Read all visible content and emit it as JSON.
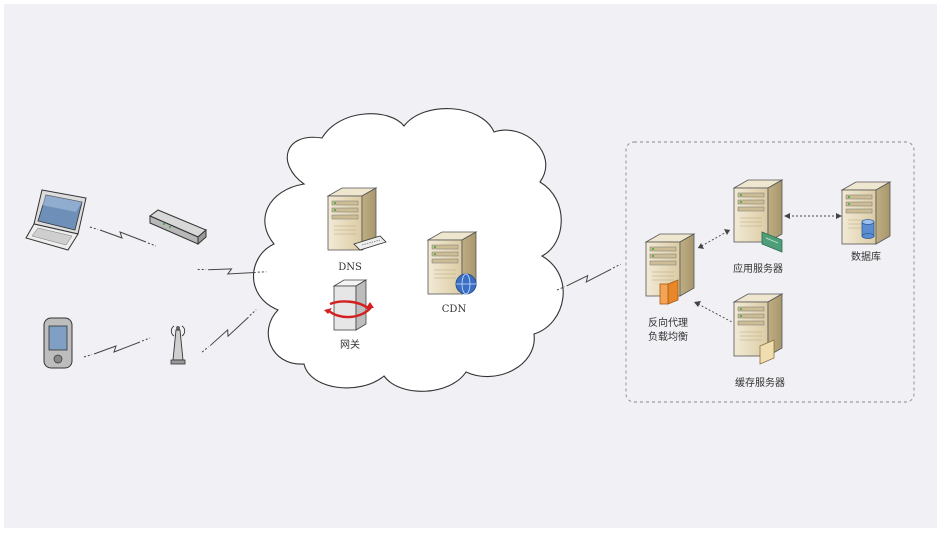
{
  "labels": {
    "dns": "DNS",
    "gateway": "网关",
    "cdn": "CDN",
    "proxy_line1": "反向代理",
    "proxy_line2": "负载均衡",
    "app_server": "应用服务器",
    "cache_server": "缓存服务器",
    "database": "数据库"
  },
  "icons": {
    "laptop": "laptop-icon",
    "pda": "pda-icon",
    "modem": "modem-icon",
    "antenna": "antenna-icon",
    "server": "server-icon",
    "firewall": "firewall-icon",
    "cloud": "cloud-shape"
  },
  "colors": {
    "background": "#f1f0f4",
    "server_body": "#e8dcc0",
    "server_shade": "#c9b88e",
    "cloud_fill": "#ffffff",
    "stroke": "#444444",
    "cdn_badge": "#3a6fc4",
    "gateway_ring": "#d42020",
    "proxy_badge": "#e8862a",
    "app_badge": "#4e9e7a",
    "db_badge": "#5a8ed0"
  }
}
